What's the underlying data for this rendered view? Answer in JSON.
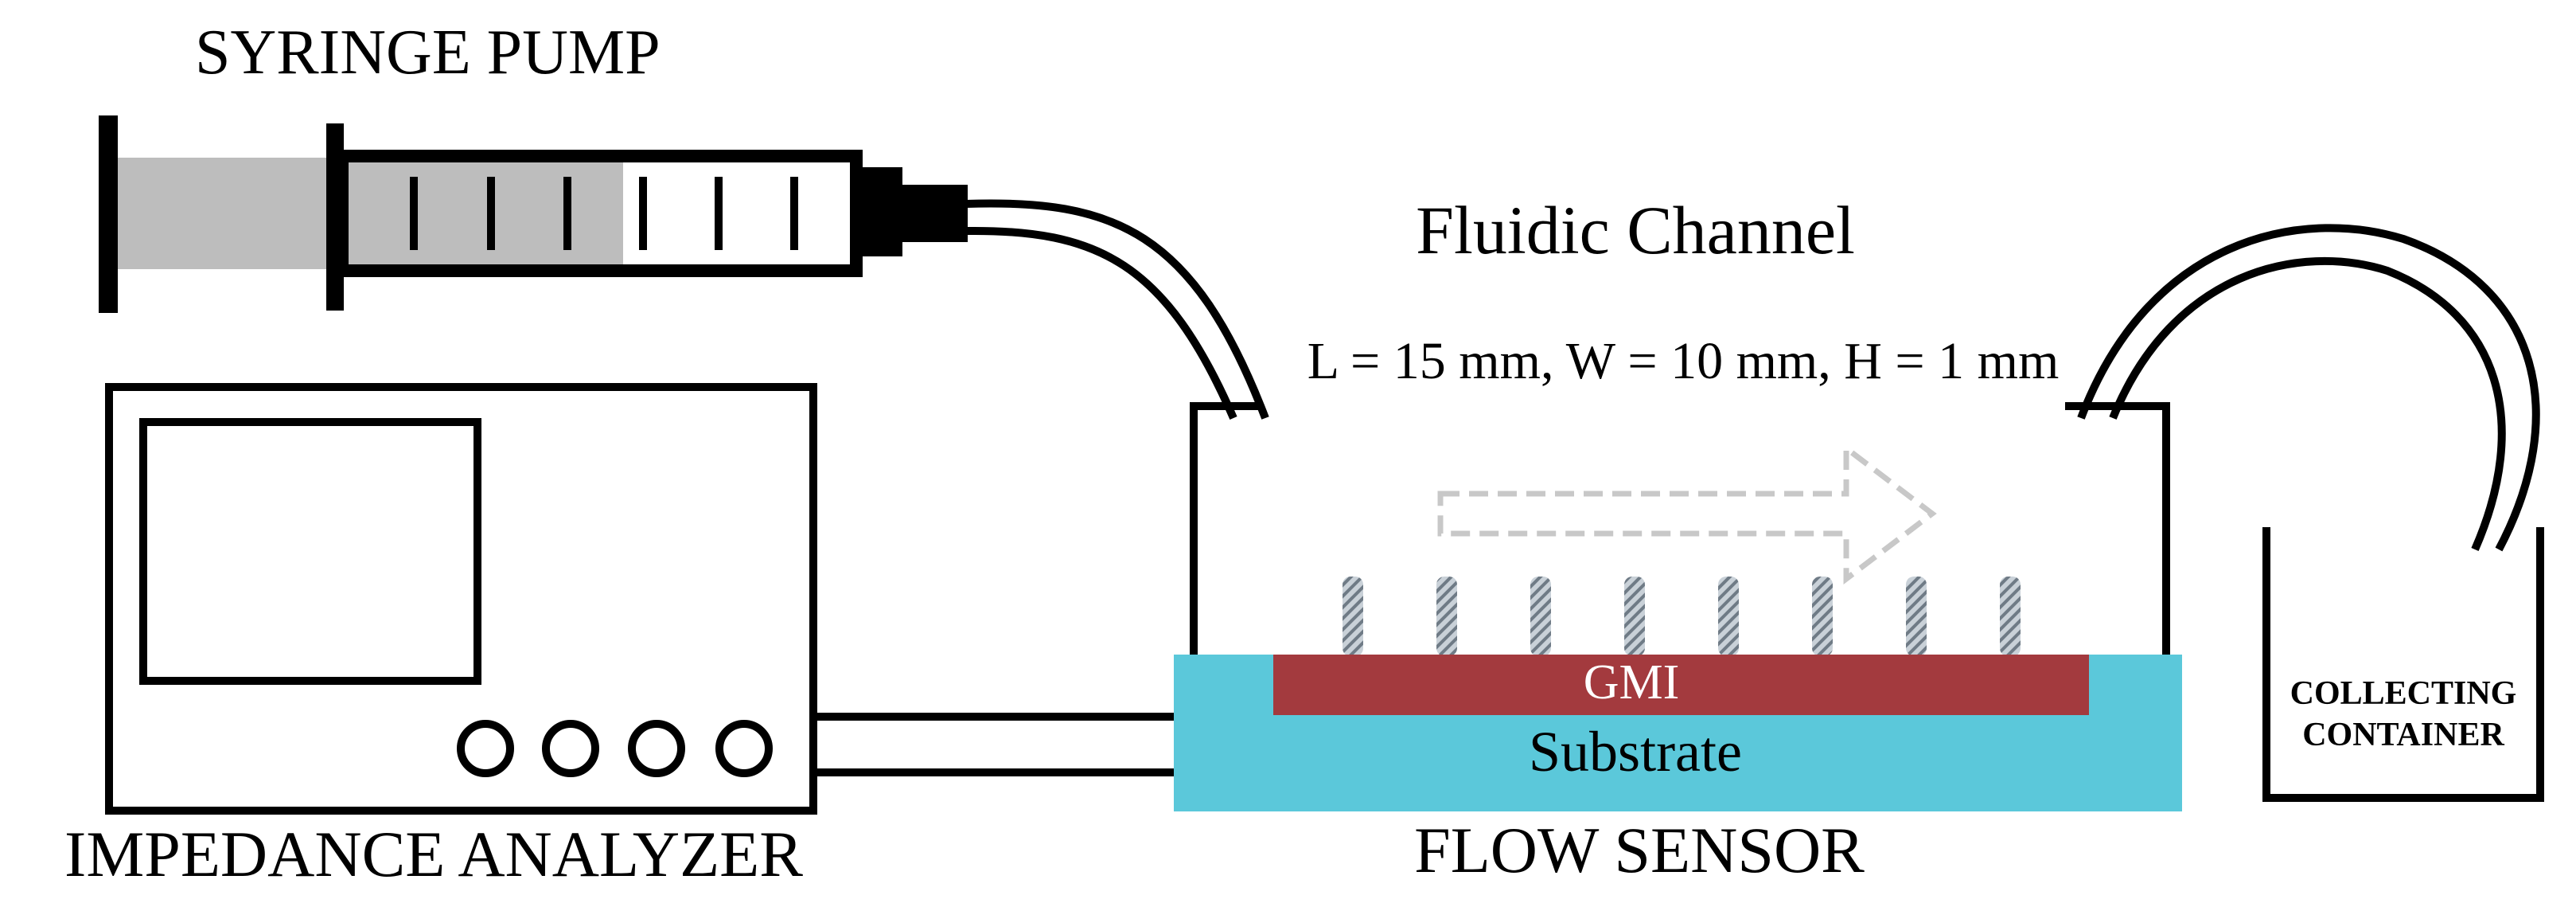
{
  "labels": {
    "syringe_pump": "SYRINGE PUMP",
    "fluidic_channel": "Fluidic Channel",
    "dimensions": "L = 15 mm, W = 10 mm, H = 1 mm",
    "gmi": "GMI",
    "substrate": "Substrate",
    "impedance_analyzer": "IMPEDANCE ANALYZER",
    "flow_sensor": "FLOW SENSOR",
    "collecting_line1": "COLLECTING",
    "collecting_line2": "CONTAINER"
  },
  "colors": {
    "substrate": "#5bc8da",
    "gmi": "#a33a3e",
    "syringe_fill": "#bdbdbd",
    "outline": "#000000",
    "arrow": "#c8c8c8",
    "pillar": "#a9b4bd"
  },
  "icons": {
    "flow_direction": "dashed-arrow-right-icon",
    "syringe": "syringe-icon",
    "analyzer": "impedance-analyzer-icon",
    "container": "beaker-icon"
  }
}
